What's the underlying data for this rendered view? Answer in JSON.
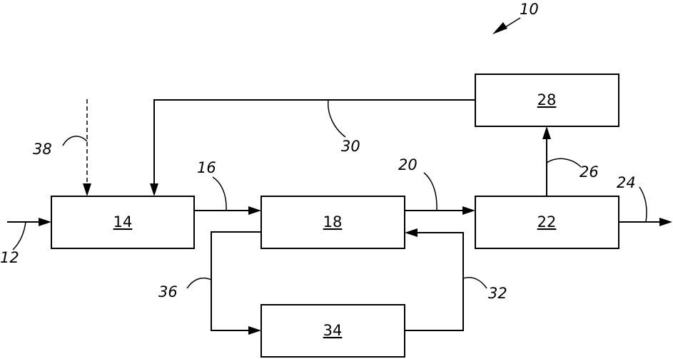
{
  "figure_number": "10",
  "blocks": {
    "b14": "14",
    "b18": "18",
    "b22": "22",
    "b28": "28",
    "b34": "34"
  },
  "streams": {
    "s12": "12",
    "s16": "16",
    "s20": "20",
    "s24": "24",
    "s26": "26",
    "s30": "30",
    "s32": "32",
    "s36": "36",
    "s38": "38"
  }
}
